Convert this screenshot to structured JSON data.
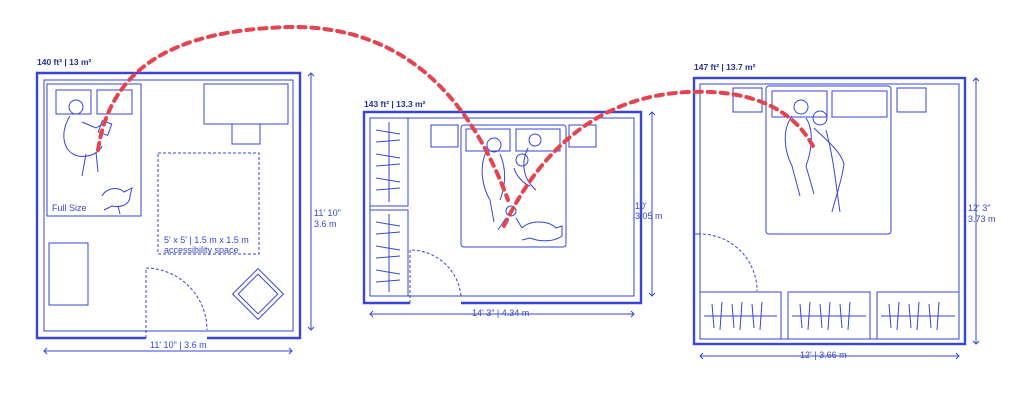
{
  "rooms": [
    {
      "area": "140 ft² | 13 m²",
      "bed_label": "Full Size",
      "space_line1": "5' x 5' | 1.5 m x 1.5 m",
      "space_line2": "accessibility space",
      "height_line1": "11' 10\"",
      "height_line2": "3.6 m",
      "width": "11' 10\" | 3.6 m"
    },
    {
      "area": "143 ft² | 13.3 m²",
      "height_line1": "10'",
      "height_line2": "3.05 m",
      "width": "14' 3\" | 4.34 m"
    },
    {
      "area": "147 ft² | 13.7 m²",
      "height_line1": "12' 3\"",
      "height_line2": "3.73 m",
      "width": "12' | 3.66 m"
    }
  ],
  "colors": {
    "line": "#3845d6",
    "accent": "#e24450"
  }
}
